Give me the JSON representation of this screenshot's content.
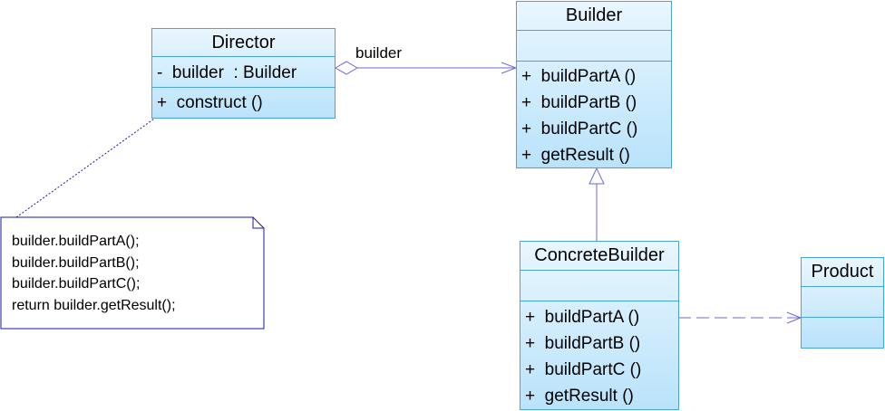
{
  "diagram": {
    "classes": {
      "director": {
        "name": "Director",
        "attributes": [
          "-  builder  : Builder"
        ],
        "operations": [
          "+  construct ()"
        ]
      },
      "builder": {
        "name": "Builder",
        "attributes": [],
        "operations": [
          "+  buildPartA ()",
          "+  buildPartB ()",
          "+  buildPartC ()",
          "+  getResult ()"
        ]
      },
      "concrete_builder": {
        "name": "ConcreteBuilder",
        "attributes": [],
        "operations": [
          "+  buildPartA ()",
          "+  buildPartB ()",
          "+  buildPartC ()",
          "+  getResult ()"
        ]
      },
      "product": {
        "name": "Product",
        "attributes": [],
        "operations": []
      }
    },
    "association_label": "builder",
    "note_lines": [
      "builder.buildPartA();",
      "builder.buildPartB();",
      "builder.buildPartC();",
      "return builder.getResult();"
    ],
    "colors": {
      "class_border": "#4aa3d9",
      "connector": "#6b6bd6",
      "note_border": "#1a1aa0"
    }
  }
}
